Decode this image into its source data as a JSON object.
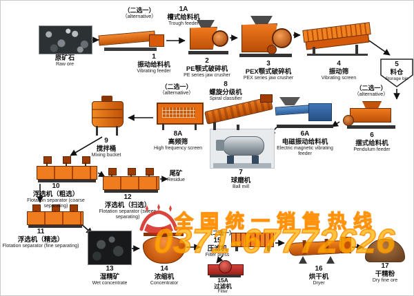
{
  "colors": {
    "equipment_orange": "#e8610a",
    "equipment_dark_orange": "#b84d06",
    "equipment_blue": "#2f6aa8",
    "filter_red": "#b6251c",
    "watermark_yellow": "#ffca00",
    "watermark_outline": "#ff8a00",
    "logo_red": "#d2261c",
    "arrow_black": "#111111"
  },
  "alt": {
    "zh": "（二选一）",
    "en": "（alternative）"
  },
  "watermark": {
    "hotline": "全国统一销售热线",
    "phone": "0371-67772626"
  },
  "nodes": {
    "raw_ore": {
      "num": "",
      "zh": "原矿石",
      "en": "Raw ore"
    },
    "trough_feeder": {
      "num": "1A",
      "zh": "槽式给料机",
      "en": "Trough feeder"
    },
    "vibrating_feeder": {
      "num": "1",
      "zh": "振动给料机",
      "en": "Vibrating feeder"
    },
    "pe_jaw_crusher": {
      "num": "2",
      "zh": "PE颚式破碎机",
      "en": "PE series jaw crusher"
    },
    "pex_jaw_crusher": {
      "num": "3",
      "zh": "PEX颚式破碎机",
      "en": "PEX series jaw crusher"
    },
    "vibrating_screen": {
      "num": "4",
      "zh": "振动筛",
      "en": "Vibrating screen"
    },
    "storage_bin": {
      "num": "5",
      "zh": "料仓",
      "en": "Storage bin"
    },
    "pendulum_feeder": {
      "num": "6",
      "zh": "摆式给料机",
      "en": "Pendulum feeder"
    },
    "em_vibrating_feeder": {
      "num": "6A",
      "zh": "电磁振动给料机",
      "en": "Electric magnetic vibrating feeder"
    },
    "ball_mill": {
      "num": "7",
      "zh": "球磨机",
      "en": "Ball mill"
    },
    "spiral_classifier": {
      "num": "8",
      "zh": "螺旋分级机",
      "en": "Spiral classifier"
    },
    "high_frequency_screen": {
      "num": "8A",
      "zh": "高频筛",
      "en": "High frequency screen"
    },
    "mixing_bucket": {
      "num": "9",
      "zh": "搅拌桶",
      "en": "Mixing bucket"
    },
    "flotation_coarse": {
      "num": "10",
      "zh": "浮选机（粗选）",
      "en": "Flotation separator (coarse separating)"
    },
    "flotation_fine": {
      "num": "11",
      "zh": "浮选机（精选）",
      "en": "Flotation separator (fine separating)"
    },
    "flotation_sweep": {
      "num": "12",
      "zh": "浮选机（扫选）",
      "en": "Flotation separator (sweep separating)"
    },
    "residue": {
      "num": "",
      "zh": "尾矿",
      "en": "Residue"
    },
    "wet_concentrate": {
      "num": "13",
      "zh": "湿精矿",
      "en": "Wet concentrate"
    },
    "concentrator": {
      "num": "14",
      "zh": "浓缩机",
      "en": "Concentrator"
    },
    "filter_press": {
      "num": "15",
      "zh": "压滤机",
      "en": "Filter press"
    },
    "filter": {
      "num": "15A",
      "zh": "过滤机",
      "en": "Filter"
    },
    "dryer": {
      "num": "16",
      "zh": "烘干机",
      "en": "Dryer"
    },
    "dry_fine_ore": {
      "num": "17",
      "zh": "干精粉",
      "en": "Dry fine ore"
    }
  }
}
